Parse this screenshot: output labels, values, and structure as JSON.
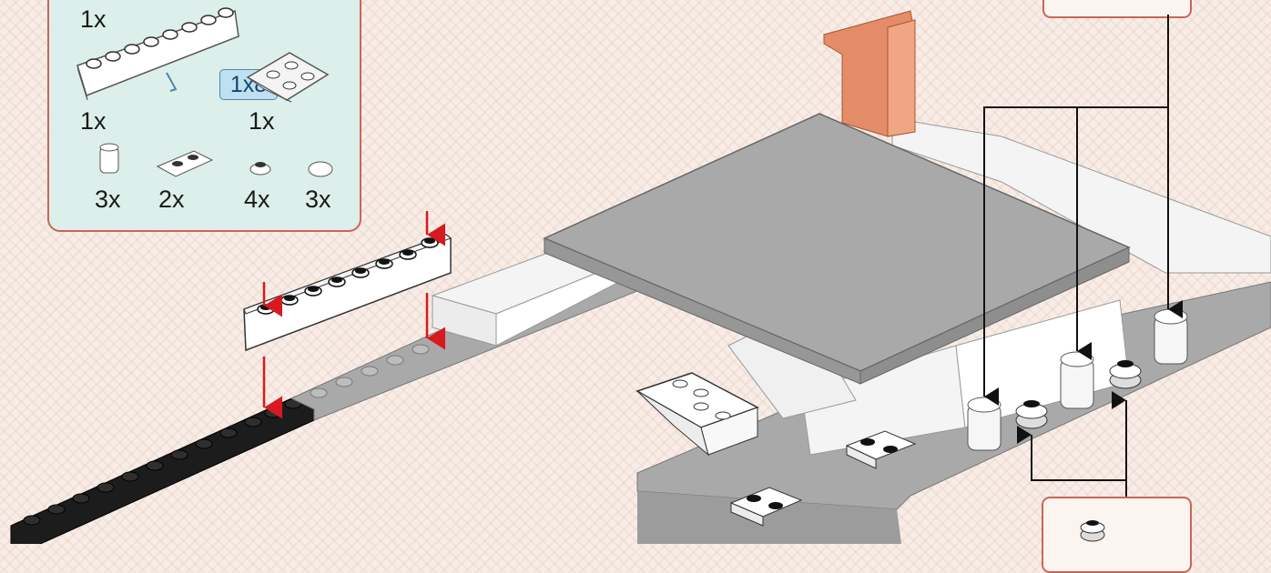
{
  "parts_list": {
    "items": [
      {
        "qty": "1x",
        "part": "brick-1x8-white"
      },
      {
        "qty": "1x",
        "part": "inverted-slope-2x2-white"
      },
      {
        "qty": "1x",
        "part": "tile-1x8-white"
      },
      {
        "qty": "3x",
        "part": "round-brick-1x1-white"
      },
      {
        "qty": "2x",
        "part": "plate-1x2-jumper-white"
      },
      {
        "qty": "4x",
        "part": "round-plate-1x1-with-stud"
      },
      {
        "qty": "3x",
        "part": "round-tile-1x1-white"
      }
    ],
    "size_label": "1x8"
  },
  "colors": {
    "panel_bg": "#dcefea",
    "panel_border": "#c9655a",
    "light_gray": "#a9a9a9",
    "white_brick": "#f4f4f4",
    "black_plate": "#1c1c1c",
    "orange_brick": "#e48c67",
    "placement_arrow": "#d71920",
    "pointer_arrow": "#111111",
    "size_tag_bg": "#bfe0f2"
  },
  "icons": [
    "down-arrow-icon",
    "pointer-arrow-icon"
  ]
}
